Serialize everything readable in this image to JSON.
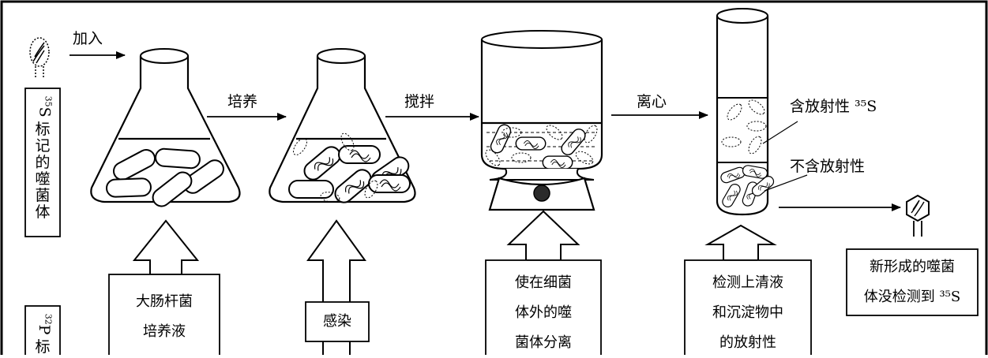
{
  "arrows": {
    "add": "加入",
    "culture": "培养",
    "stir": "搅拌",
    "centrifuge": "离心"
  },
  "side_box_top": {
    "sup": "35",
    "element": "S",
    "rest": [
      "标",
      "记",
      "的",
      "噬",
      "菌",
      "体"
    ]
  },
  "side_box_bottom": {
    "sup": "32",
    "element": "P",
    "rest": [
      "标"
    ]
  },
  "boxes": {
    "ecoli": [
      "大肠杆菌",
      "培养液"
    ],
    "infect": [
      "感染"
    ],
    "separate": [
      "使在细菌",
      "体外的噬",
      "菌体分离"
    ],
    "detect": [
      "检测上清液",
      "和沉淀物中",
      "的放射性"
    ],
    "result": [
      "新形成的噬菌",
      "体没检测到 ³⁵S"
    ]
  },
  "labels": {
    "supernatant": "含放射性 ³⁵S",
    "pellet": "不含放射性"
  },
  "colors": {
    "ink": "#000000",
    "pellet_dot": "#2a2a2a"
  }
}
